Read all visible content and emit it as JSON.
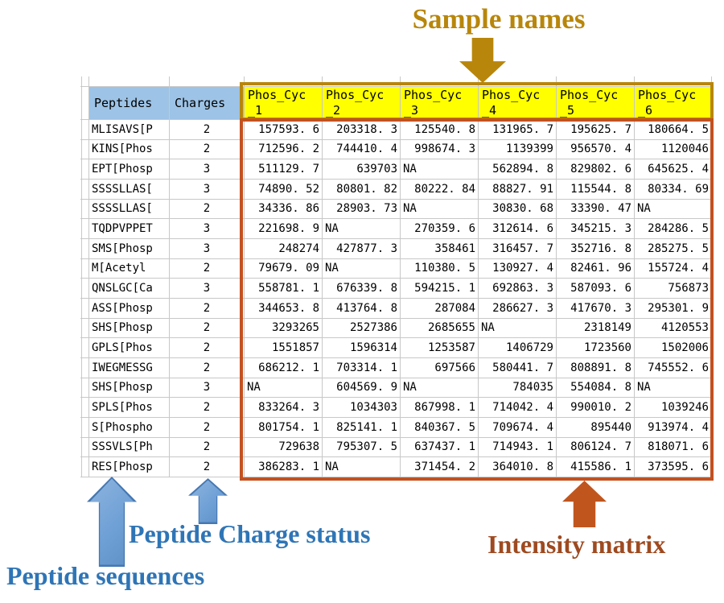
{
  "annotations": {
    "sample_names": "Sample names",
    "peptide_sequences": "Peptide sequences",
    "peptide_charge_status": "Peptide Charge status",
    "intensity_matrix": "Intensity matrix"
  },
  "colors": {
    "accent_gold": "#B8860B",
    "header_fill_yellow": "#FFFF00",
    "header_fill_blue": "#9DC3E6",
    "matrix_border_orange": "#C35120",
    "label_blue": "#2E75B6",
    "label_brown": "#9E4A20",
    "arrow_blue_fill": "#6FA0D6",
    "arrow_blue_outline": "#4678B2",
    "arrow_orange": "#C0561E",
    "gridline": "#C8C8C8"
  },
  "table": {
    "peptide_header": "Peptides",
    "charge_header": "Charges",
    "sample_headers": [
      {
        "line1": "Phos_Cyc",
        "line2": "_1"
      },
      {
        "line1": "Phos_Cyc",
        "line2": "_2"
      },
      {
        "line1": "Phos_Cyc",
        "line2": "_3"
      },
      {
        "line1": "Phos_Cyc",
        "line2": "_4"
      },
      {
        "line1": "Phos_Cyc",
        "line2": "_5"
      },
      {
        "line1": "Phos_Cyc",
        "line2": "_6"
      }
    ],
    "rows": [
      {
        "peptide": "MLISAVS[P",
        "charge": "2",
        "values": [
          "157593.6",
          "203318.3",
          "125540.8",
          "131965.7",
          "195625.7",
          "180664.5"
        ]
      },
      {
        "peptide": "KINS[Phos",
        "charge": "2",
        "values": [
          "712596.2",
          "744410.4",
          "998674.3",
          "1139399",
          "956570.4",
          "1120046"
        ]
      },
      {
        "peptide": "EPT[Phosp",
        "charge": "3",
        "values": [
          "511129.7",
          "639703",
          "NA",
          "562894.8",
          "829802.6",
          "645625.4"
        ]
      },
      {
        "peptide": "SSSSLLAS[",
        "charge": "3",
        "values": [
          "74890.52",
          "80801.82",
          "80222.84",
          "88827.91",
          "115544.8",
          "80334.69"
        ]
      },
      {
        "peptide": "SSSSLLAS[",
        "charge": "2",
        "values": [
          "34336.86",
          "28903.73",
          "NA",
          "30830.68",
          "33390.47",
          "NA"
        ]
      },
      {
        "peptide": "TQDPVPPET",
        "charge": "3",
        "values": [
          "221698.9",
          "NA",
          "270359.6",
          "312614.6",
          "345215.3",
          "284286.5"
        ]
      },
      {
        "peptide": "SMS[Phosp",
        "charge": "3",
        "values": [
          "248274",
          "427877.3",
          "358461",
          "316457.7",
          "352716.8",
          "285275.5"
        ]
      },
      {
        "peptide": "M[Acetyl",
        "charge": "2",
        "values": [
          "79679.09",
          "NA",
          "110380.5",
          "130927.4",
          "82461.96",
          "155724.4"
        ]
      },
      {
        "peptide": "QNSLGC[Ca",
        "charge": "3",
        "values": [
          "558781.1",
          "676339.8",
          "594215.1",
          "692863.3",
          "587093.6",
          "756873"
        ]
      },
      {
        "peptide": "ASS[Phosp",
        "charge": "2",
        "values": [
          "344653.8",
          "413764.8",
          "287084",
          "286627.3",
          "417670.3",
          "295301.9"
        ]
      },
      {
        "peptide": "SHS[Phosp",
        "charge": "2",
        "values": [
          "3293265",
          "2527386",
          "2685655",
          "NA",
          "2318149",
          "4120553"
        ]
      },
      {
        "peptide": "GPLS[Phos",
        "charge": "2",
        "values": [
          "1551857",
          "1596314",
          "1253587",
          "1406729",
          "1723560",
          "1502006"
        ]
      },
      {
        "peptide": "IWEGMESSG",
        "charge": "2",
        "values": [
          "686212.1",
          "703314.1",
          "697566",
          "580441.7",
          "808891.8",
          "745552.6"
        ]
      },
      {
        "peptide": "SHS[Phosp",
        "charge": "3",
        "values": [
          "NA",
          "604569.9",
          "NA",
          "784035",
          "554084.8",
          "NA"
        ]
      },
      {
        "peptide": "SPLS[Phos",
        "charge": "2",
        "values": [
          "833264.3",
          "1034303",
          "867998.1",
          "714042.4",
          "990010.2",
          "1039246"
        ]
      },
      {
        "peptide": "S[Phospho",
        "charge": "2",
        "values": [
          "801754.1",
          "825141.1",
          "840367.5",
          "709674.4",
          "895440",
          "913974.4"
        ]
      },
      {
        "peptide": "SSSVLS[Ph",
        "charge": "2",
        "values": [
          "729638",
          "795307.5",
          "637437.1",
          "714943.1",
          "806124.7",
          "818071.6"
        ]
      },
      {
        "peptide": "RES[Phosp",
        "charge": "2",
        "values": [
          "386283.1",
          "NA",
          "371454.2",
          "364010.8",
          "415586.1",
          "373595.6"
        ]
      }
    ]
  }
}
